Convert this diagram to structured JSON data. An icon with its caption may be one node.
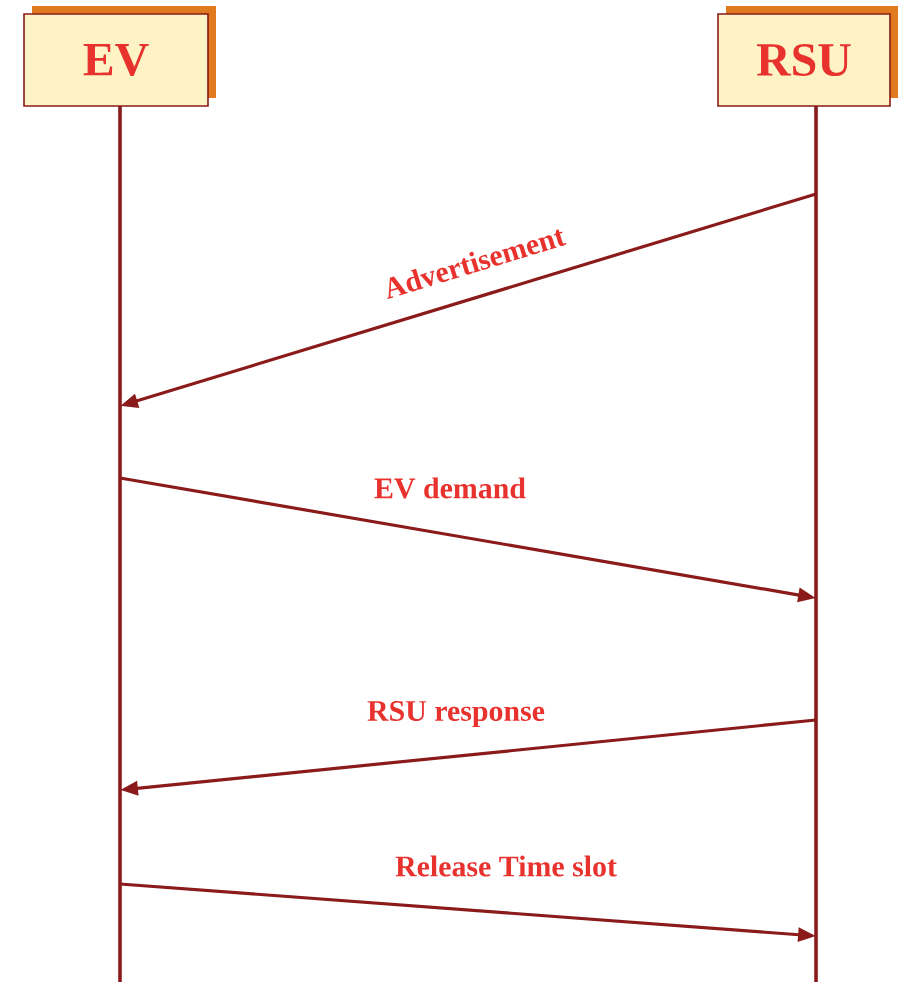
{
  "diagram": {
    "nodes": [
      {
        "text": [
          "EV"
        ]
      },
      {
        "text": [
          "RSU"
        ]
      }
    ],
    "edges": [
      {
        "from": 1,
        "to": 0,
        "arrow": "to",
        "label": "Advertisement"
      },
      {
        "from": 0,
        "to": 1,
        "arrow": "to",
        "label": "EV demand"
      },
      {
        "from": 1,
        "to": 0,
        "arrow": "to",
        "label": "RSU response"
      },
      {
        "from": 0,
        "to": 1,
        "arrow": "to",
        "label": "Release Time slot"
      }
    ]
  }
}
